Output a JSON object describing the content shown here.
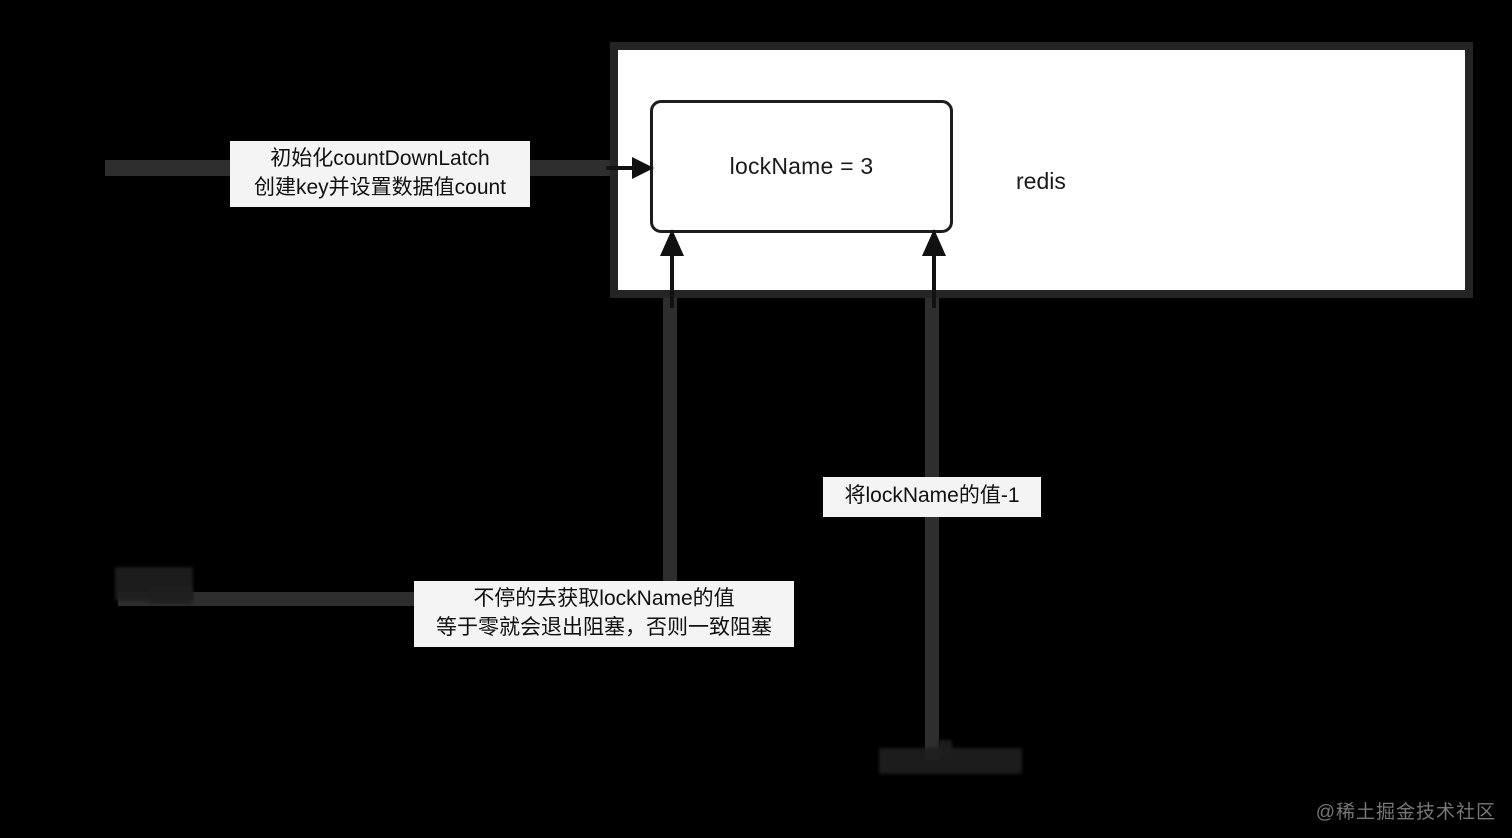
{
  "diagram": {
    "background_color": "#000000",
    "title_hidden": true
  },
  "redis_container": {
    "name": "redis",
    "label": "redis",
    "border_color": "#242424",
    "fill_color": "#ffffff"
  },
  "lock_box": {
    "label": "lockName = 3",
    "key": "lockName",
    "value": 3,
    "border_color": "#1d1d1d",
    "fill_color": "#ffffff"
  },
  "notes": {
    "init": {
      "line1": "初始化countDownLatch",
      "line2": "创建key并设置数据值count"
    },
    "decrement": {
      "line1": "将lockName的值-1"
    },
    "blocking": {
      "line1": "不停的去获取lockName的值",
      "line2": "等于零就会退出阻塞，否则一致阻塞"
    }
  },
  "connectors": {
    "entry_arrow": "arrow-right-into-lock-box",
    "await_arrow": "arrow-up-left-into-lock-box",
    "countdown_arrow": "arrow-up-right-into-lock-box"
  },
  "obscured_labels": {
    "left_actor": "",
    "bottom_actor": "",
    "note": "illegible dark text on black background"
  },
  "watermark": {
    "text": "@稀土掘金技术社区",
    "color": "#8c8c8c"
  }
}
